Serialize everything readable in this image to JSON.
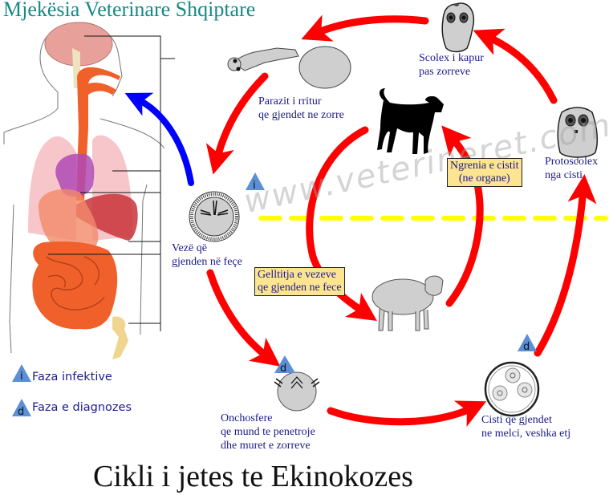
{
  "site_title": "Mjekësia Veterinare Shqiptare",
  "main_title": "Cikli i jetes te Ekinokozes",
  "watermark": "www.veterineret.com",
  "stages": {
    "adult_parasite": [
      "Parazit i rritur",
      "qe gjendet ne zorre"
    ],
    "scolex": [
      "Scolex i kapur",
      "pas zorreve"
    ],
    "protoscolex": [
      "Protoscolex",
      "nga cisti"
    ],
    "egg": [
      "Vezë që",
      "gjenden në feçe"
    ],
    "oncosphere": [
      "Onchosfere",
      "qe mund te penetroje",
      "dhe muret e zorreve"
    ],
    "cyst": [
      "Cisti qe gjendet",
      "ne melci, veshka etj"
    ]
  },
  "notes": {
    "cyst_ingestion": [
      "Ngrenia e cistit",
      "(ne organe)"
    ],
    "egg_ingestion": [
      "Gelltitja e vezeve",
      "qe gjenden ne fece"
    ]
  },
  "badges": {
    "infective": "i",
    "diagnostic": "d"
  },
  "legend": [
    {
      "badge": "i",
      "label": "Faza infektive"
    },
    {
      "badge": "d",
      "label": "Faza e diagnozes"
    }
  ],
  "colors": {
    "cycle_arrow": "#ff0000",
    "human_arrow": "#0000ff",
    "divider": "#ffff00",
    "badge": "#5b8fd6",
    "note_bg": "#fde491",
    "label_text": "#1a1a8c",
    "site_title": "#148a85"
  },
  "hosts": [
    "dog",
    "sheep",
    "human"
  ]
}
